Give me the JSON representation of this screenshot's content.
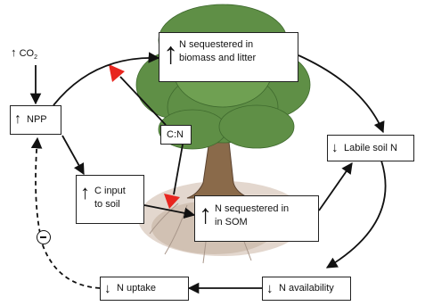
{
  "nodes": {
    "co2": {
      "text": "CO",
      "sub": "2"
    },
    "npp": {
      "text": "NPP"
    },
    "n_biomass": {
      "line1": "N sequestered in",
      "line2": "biomass and litter"
    },
    "cn": {
      "text": "C:N"
    },
    "c_input": {
      "line1": "C input",
      "line2": "to soil"
    },
    "n_som": {
      "line1": "N sequestered in",
      "line2": "in SOM"
    },
    "labile_n": {
      "text": "Labile soil N"
    },
    "n_availability": {
      "text": "N availability"
    },
    "n_uptake": {
      "text": "N uptake"
    }
  },
  "colors": {
    "triangle": "#e8261f",
    "trunk": "#8a6a4a",
    "canopy": "#5f8f46",
    "soil": "#c9b8a8"
  }
}
